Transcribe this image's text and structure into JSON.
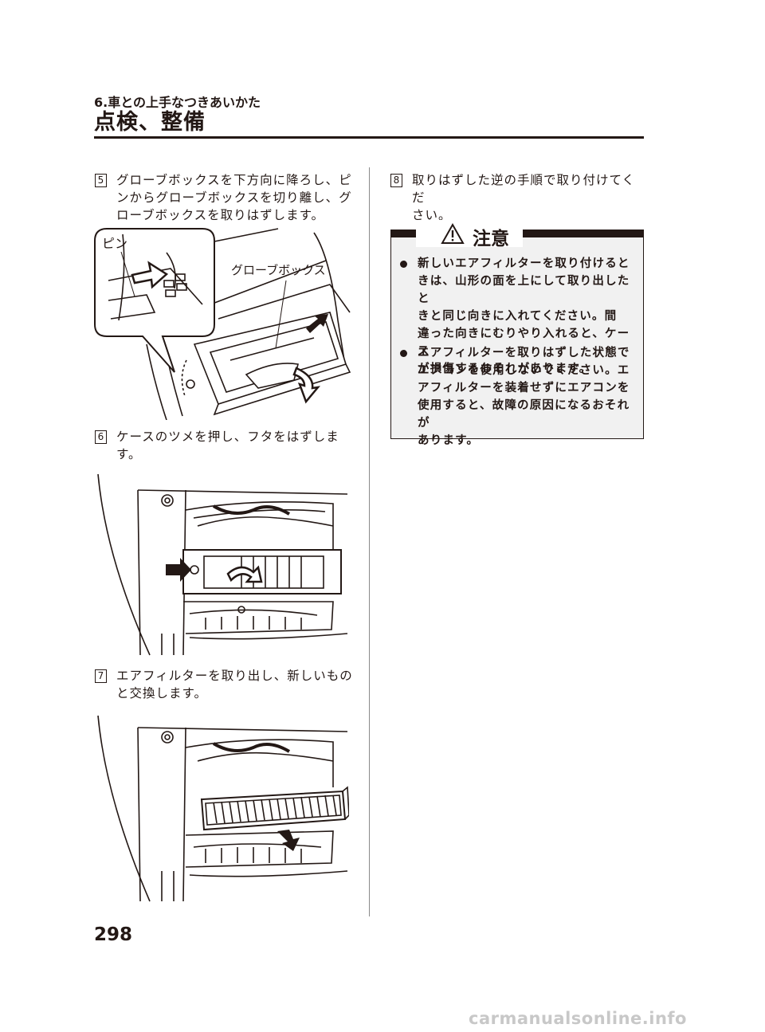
{
  "header": {
    "chapter": "6.車との上手なつきあいかた",
    "section": "点検、整備"
  },
  "steps": [
    {
      "num": "5",
      "lines": [
        "グローブボックスを下方向に降ろし、ピ",
        "ンからグローブボックスを切り離し、グ",
        "ローブボックスを取りはずします。"
      ]
    },
    {
      "num": "6",
      "lines": [
        "ケースのツメを押し、フタをはずしま",
        "す。"
      ]
    },
    {
      "num": "7",
      "lines": [
        "エアフィルターを取り出し、新しいもの",
        "と交換します。"
      ]
    },
    {
      "num": "8",
      "lines": [
        "取りはずした逆の手順で取り付けてくだ",
        "さい。"
      ]
    }
  ],
  "figure1": {
    "label_pin": "ピン",
    "label_glovebox": "グローブボックス"
  },
  "caution": {
    "title": "注意",
    "items": [
      {
        "lines": [
          "新しいエアフィルターを取り付けると",
          "きは、山形の面を上にして取り出したと",
          "きと同じ向きに入れてください。間",
          "違った向きにむりやり入れると、ケース",
          "が損傷するおそれがあります。"
        ]
      },
      {
        "lines": [
          "エアフィルターを取りはずした状態で",
          "エアコンを使用しないでください。エ",
          "アフィルターを装着せずにエアコンを",
          "使用すると、故障の原因になるおそれが",
          "あります。"
        ]
      }
    ]
  },
  "page_number": "298",
  "watermark": "carmanualsonline.info"
}
